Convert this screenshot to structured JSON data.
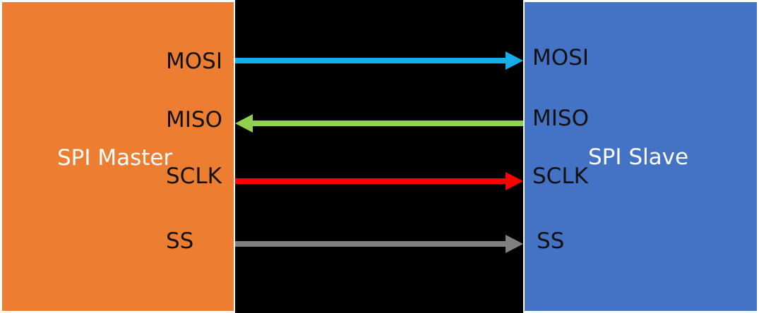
{
  "master": {
    "label": "SPI Master",
    "color": "#ED7D31"
  },
  "slave": {
    "label": "SPI Slave",
    "color": "#4472C4"
  },
  "signals": [
    {
      "name": "MOSI",
      "direction": "master-to-slave",
      "color": "#16AEEA"
    },
    {
      "name": "MISO",
      "direction": "slave-to-master",
      "color": "#92D050"
    },
    {
      "name": "SCLK",
      "direction": "master-to-slave",
      "color": "#FF0000"
    },
    {
      "name": "SS",
      "direction": "master-to-slave",
      "color": "#808080"
    }
  ]
}
